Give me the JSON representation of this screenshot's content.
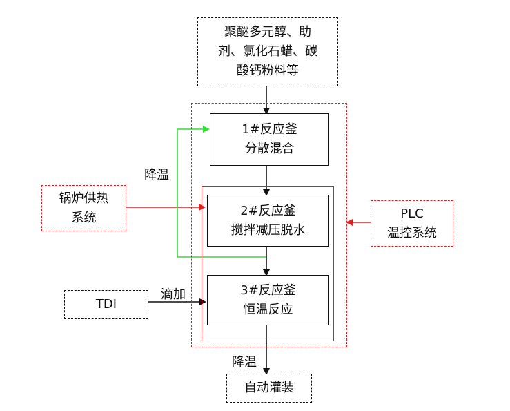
{
  "nodes": {
    "raw_materials": {
      "lines": [
        "聚醚多元醇、助",
        "剂、氯化石蜡、碳",
        "酸钙粉料等"
      ]
    },
    "reactor1": {
      "lines": [
        "1#反应釜",
        "分散混合"
      ]
    },
    "reactor2": {
      "lines": [
        "2#反应釜",
        "搅拌减压脱水"
      ]
    },
    "reactor3": {
      "lines": [
        "3#反应釜",
        "恒温反应"
      ]
    },
    "boiler": {
      "lines": [
        "锅炉供热",
        "系统"
      ]
    },
    "plc": {
      "lines": [
        "PLC",
        "温控系统"
      ]
    },
    "tdi": {
      "lines": [
        "TDI"
      ]
    },
    "filling": {
      "lines": [
        "自动灌装"
      ]
    }
  },
  "labels": {
    "cooling_top": "降温",
    "dropwise": "滴加",
    "cooling_bottom": "降温"
  },
  "colors": {
    "black": "#111111",
    "red": "#e02020",
    "green": "#33dd33"
  }
}
